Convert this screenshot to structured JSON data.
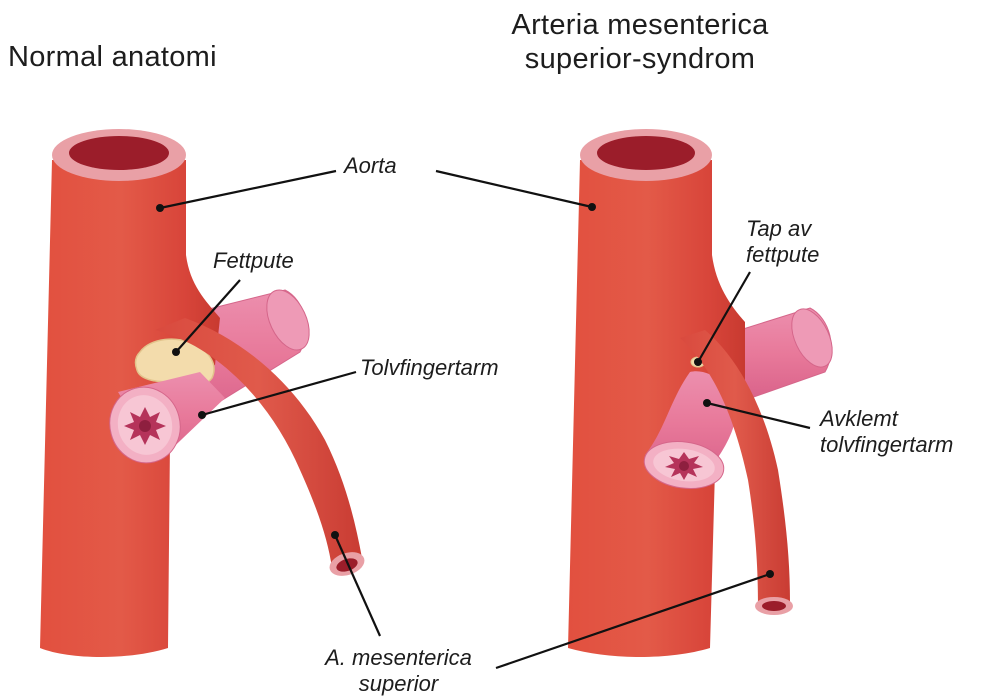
{
  "titles": {
    "normal": "Normal anatomi",
    "syndrome_line1": "Arteria mesenterica",
    "syndrome_line2": "superior-syndrom"
  },
  "labels": {
    "aorta": "Aorta",
    "fettpute": "Fettpute",
    "tolvfingertarm": "Tolvfingertarm",
    "tap_av_line1": "Tap av",
    "tap_av_line2": "fettpute",
    "avklemt_line1": "Avklemt",
    "avklemt_line2": "tolvfingertarm",
    "sma_line1": "A. mesenterica",
    "sma_line2": "superior"
  },
  "colors": {
    "artery": "#e04a3c",
    "artery_dark": "#c8362c",
    "artery_rim": "#e9a0a6",
    "lumen": "#9b1d2a",
    "intestine": "#e8799a",
    "intestine_light": "#f3b0c4",
    "fat": "#f3dcac",
    "line": "#111111"
  }
}
